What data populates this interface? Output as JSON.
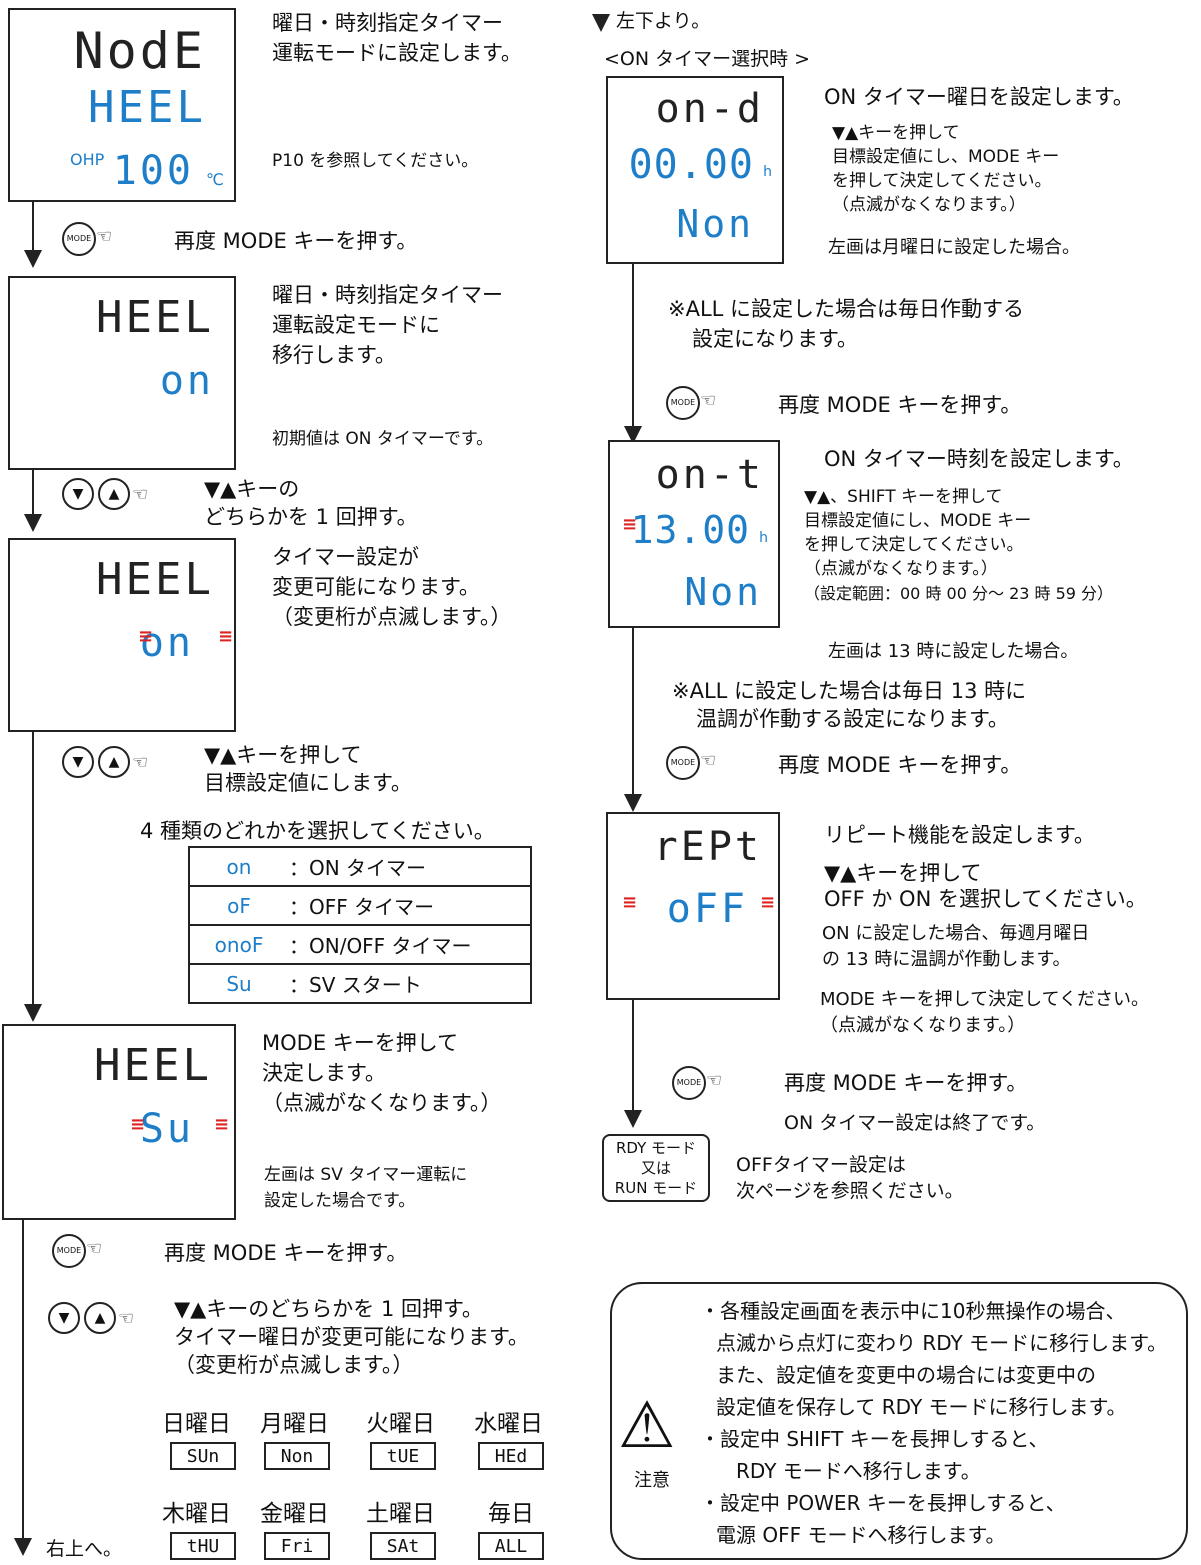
{
  "left": {
    "lcd1": {
      "top": "NodE",
      "mid": "HEEL",
      "ohp": "OHP",
      "val": "100",
      "unit": "℃"
    },
    "desc1": [
      "曜日・時刻指定タイマー",
      "運転モードに設定します。"
    ],
    "ref1": "P10 を参照してください。",
    "mode_label": "MODE",
    "step_mode1": "再度 MODE キーを押す。",
    "lcd2": {
      "top": "HEEL",
      "bot": "on"
    },
    "desc2": [
      "曜日・時刻指定タイマー",
      "運転設定モードに",
      "移行します。"
    ],
    "init2": "初期値は ON タイマーです。",
    "step_arrow1": [
      "▼▲キーの",
      "どちらかを 1 回押す。"
    ],
    "lcd3": {
      "top": "HEEL",
      "bot": "on"
    },
    "desc3": [
      "タイマー設定が",
      "変更可能になります。",
      "（変更桁が点滅します。）"
    ],
    "step_arrow2": [
      "▼▲キーを押して",
      "目標設定値にします。"
    ],
    "choose": "4 種類のどれかを選択してください。",
    "options": [
      {
        "code": "on",
        "label": "：ON タイマー"
      },
      {
        "code": "oF",
        "label": "：OFF タイマー"
      },
      {
        "code": "onoF",
        "label": "：ON/OFF タイマー"
      },
      {
        "code": "Su",
        "label": "：SV スタート"
      }
    ],
    "lcd4": {
      "top": "HEEL",
      "bot": "Su"
    },
    "desc4": [
      "MODE キーを押して",
      "決定します。",
      "（点滅がなくなります。）"
    ],
    "note4": [
      "左画は SV タイマー運転に",
      "設定した場合です。"
    ],
    "step_mode2": "再度 MODE キーを押す。",
    "step_arrow3": [
      "▼▲キーのどちらかを 1 回押す。",
      "タイマー曜日が変更可能になります。",
      "（変更桁が点滅します。）"
    ],
    "days": [
      {
        "name": "日曜日",
        "code": "SUn"
      },
      {
        "name": "月曜日",
        "code": "Non"
      },
      {
        "name": "火曜日",
        "code": "tUE"
      },
      {
        "name": "水曜日",
        "code": "HEd"
      },
      {
        "name": "木曜日",
        "code": "tHU"
      },
      {
        "name": "金曜日",
        "code": "Fri"
      },
      {
        "name": "土曜日",
        "code": "SAt"
      },
      {
        "name": "毎日",
        "code": "ALL"
      }
    ],
    "to_right": "右上へ。"
  },
  "right": {
    "from_left": "左下より。",
    "section": "<ON タイマー選択時 >",
    "lcd5": {
      "top": "on-d",
      "mid": "00.00",
      "h": "h",
      "bot": "Non"
    },
    "desc5": "ON タイマー曜日を設定します。",
    "desc5b": [
      "▼▲キーを押して",
      "目標設定値にし、MODE キー",
      "を押して決定してください。",
      "（点滅がなくなります。）"
    ],
    "note5": "左画は月曜日に設定した場合。",
    "all_note1": [
      "※ALL に設定した場合は毎日作動する",
      "設定になります。"
    ],
    "step_mode3": "再度 MODE キーを押す。",
    "lcd6": {
      "top": "on-t",
      "mid": "13.00",
      "h": "h",
      "bot": "Non"
    },
    "desc6": "ON タイマー時刻を設定します。",
    "desc6b": [
      "▼▲、SHIFT キーを押して",
      "目標設定値にし、MODE キー",
      "を押して決定してください。",
      "（点滅がなくなります。）",
      "（設定範囲：00 時 00 分～ 23 時 59 分）"
    ],
    "note6": "左画は 13 時に設定した場合。",
    "all_note2": [
      "※ALL に設定した場合は毎日 13 時に",
      "温調が作動する設定になります。"
    ],
    "step_mode4": "再度 MODE キーを押す。",
    "lcd7": {
      "top": "rEPt",
      "bot": "oFF"
    },
    "desc7": "リピート機能を設定します。",
    "desc7b": [
      "▼▲キーを押して",
      "OFF か ON を選択してください。"
    ],
    "desc7c": [
      "ON に設定した場合、毎週月曜日",
      "の 13 時に温調が作動します。"
    ],
    "desc7d": [
      "MODE キーを押して決定してください。",
      "（点滅がなくなります。）"
    ],
    "step_mode5": "再度 MODE キーを押す。",
    "end": "ON タイマー設定は終了です。",
    "rdy": [
      "RDY モード",
      "又は",
      "RUN モード"
    ],
    "off_ref": [
      "OFFタイマー設定は",
      "次ページを参照ください。"
    ],
    "caution_label": "注意",
    "caution": [
      "・各種設定画面を表示中に10秒無操作の場合、",
      "点滅から点灯に変わり RDY モードに移行します。",
      "また、設定値を変更中の場合には変更中の",
      "設定値を保存して RDY モードに移行します。",
      "・設定中 SHIFT キーを長押しすると、",
      "RDY モードへ移行します。",
      "・設定中 POWER キーを長押しすると、",
      "電源 OFF モードへ移行します。"
    ]
  }
}
